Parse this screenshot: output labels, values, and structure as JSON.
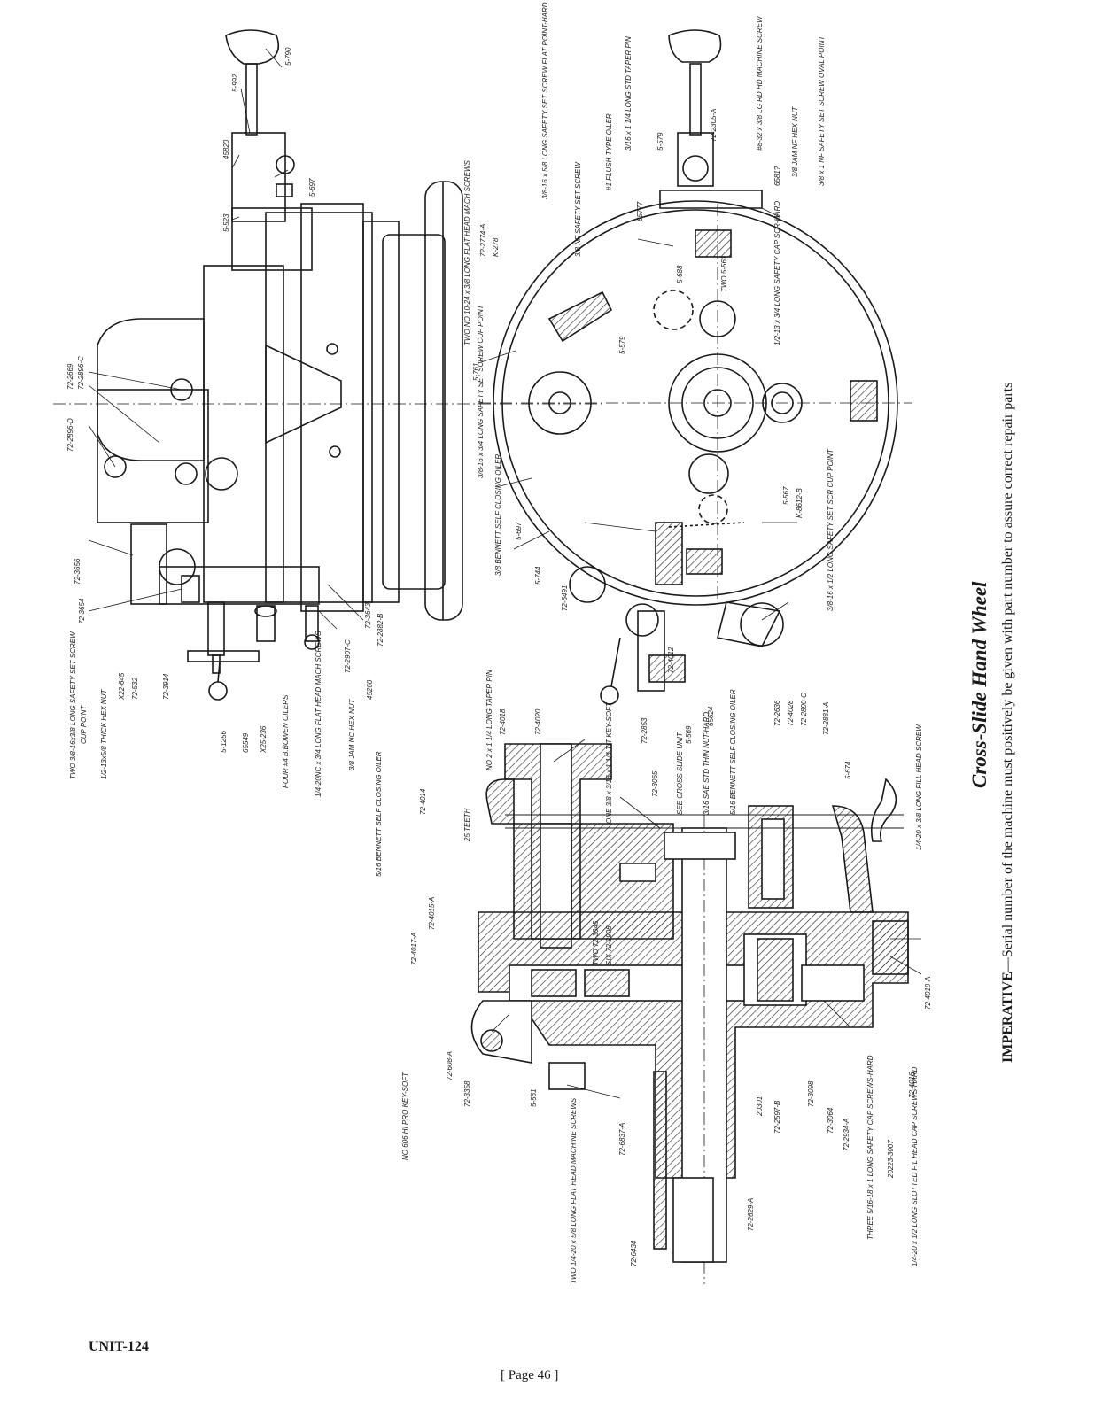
{
  "caption": {
    "title": "Cross-Slide Hand Wheel",
    "imperative_label": "IMPERATIVE",
    "imperative_text": "—Serial number of the machine must positively be given with part number to assure correct repair parts"
  },
  "footer": {
    "unit": "UNIT-124",
    "page": "[ Page 46 ]"
  },
  "callouts": {
    "top_left": [
      "5-790",
      "5-992",
      "45820",
      "5-697",
      "5-523",
      "72-2669",
      "72-2896-C",
      "72-2896-D",
      "72-3656",
      "72-3654",
      "72-3643",
      "72-2882-B",
      "72-2907-C",
      "45260",
      "X22-645",
      "72-532",
      "72-3914",
      "5-1256",
      "65549",
      "X25-236"
    ],
    "top_left_notes": [
      "TWO 3/8-16x3/8 LONG SAFETY SET SCREW CUP POINT",
      "1/2-13x5/8 THICK HEX NUT",
      "FOUR #4 B.BOWEN OILERS",
      "1/4-20NC x 3/4 LONG FLAT HEAD MACH SCREWS",
      "3/8 JAM NC HEX NUT"
    ],
    "top_right": [
      "72-2305-A",
      "5-579",
      "6581?",
      "65777",
      "5-688",
      "5-561",
      "5-761",
      "5-579",
      "72-2774-A",
      "K-278",
      "5-567",
      "K-8612-B",
      "5-697",
      "5-744",
      "72-6491",
      "72-2853",
      "72-4012",
      "5-569",
      "65624",
      "72-2636",
      "72-4028",
      "72-2890-C",
      "72-2881-A"
    ],
    "top_right_notes": [
      "TWO NO 10-24 x 3/8 LONG FLAT HEAD MACH SCREWS",
      "3/8-16 x 5/8 LONG SAFETY SET SCREW FLAT POINT-HARD",
      "3/8 NF SAFETY SET SCREW",
      "#1 FLUSH TYPE OILER",
      "3/16 x 1 1/4 LONG STD TAPER PIN",
      "#8-32 x 3/8 LG RD HD MACHINE SCREW",
      "3/8 JAM NF HEX NUT",
      "3/8 x 1 NF SAFETY SET SCREW OVAL POINT",
      "TWO 5-561",
      "1/2-13 x 3/4 LONG SAFETY CAP SCR-HARD",
      "3/8-16 x 3/4 LONG SAFETY SET SCREW CUP POINT",
      "3/8 BENNETT SELF CLOSING OILER",
      "3/8-16 x 1/2 LONG SAFETY SET SCR CUP POINT"
    ],
    "bottom": [
      "72-4020",
      "72-4018",
      "72-4014",
      "25 TEETH",
      "72-4015-A",
      "72-4017-A",
      "72-608-A",
      "72-3358",
      "5-561",
      "72-6837-A",
      "72-6434",
      "72-2629-A",
      "20301",
      "72-2597-B",
      "72-3098",
      "72-3064",
      "72-2934-A",
      "72-4016",
      "72-4019-A",
      "5-674",
      "72-3065",
      "72-2906"
    ],
    "bottom_notes": [
      "NO 2 x 1 1/4 LONG TAPER PIN",
      "5/16 BENNETT SELF CLOSING OILER",
      "ONE 3/8 x 3/16 x 1 1/4 TIT KEY-SOFT",
      "SEE CROSS SLIDE UNIT",
      "3/16 SAE STD THIN NUT-HARD",
      "5/16 BENNETT SELF CLOSING OILER",
      "1/4-20 x 3/8 LONG FILL HEAD SCREW",
      "NO 606 HI PRO KEY-SOFT",
      "TWO 1/4-20 x 5/8 LONG FLAT HEAD MACHINE SCREWS",
      "THREE 5/16-18 x 1 LONG SAFETY CAP SCREWS-HARD",
      "20223-3007",
      "1/4-20 x 1/2 LONG SLOTTED FIL HEAD CAP SCREWS-HARD",
      "TWO 72-3045",
      "SIX 72-2906"
    ]
  }
}
